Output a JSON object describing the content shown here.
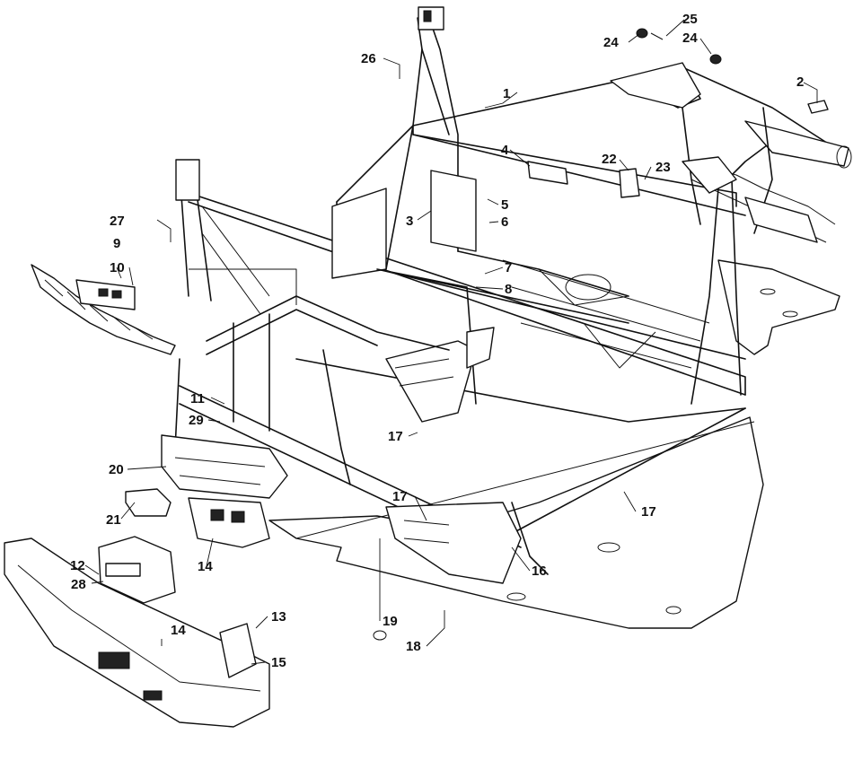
{
  "diagram": {
    "type": "exploded-parts-diagram",
    "callouts": [
      {
        "label": "1"
      },
      {
        "label": "2"
      },
      {
        "label": "3"
      },
      {
        "label": "4"
      },
      {
        "label": "5"
      },
      {
        "label": "6"
      },
      {
        "label": "7"
      },
      {
        "label": "8"
      },
      {
        "label": "9"
      },
      {
        "label": "10"
      },
      {
        "label": "11"
      },
      {
        "label": "12"
      },
      {
        "label": "13"
      },
      {
        "label": "14"
      },
      {
        "label": "14"
      },
      {
        "label": "15"
      },
      {
        "label": "16"
      },
      {
        "label": "17"
      },
      {
        "label": "17"
      },
      {
        "label": "17"
      },
      {
        "label": "18"
      },
      {
        "label": "19"
      },
      {
        "label": "20"
      },
      {
        "label": "21"
      },
      {
        "label": "22"
      },
      {
        "label": "23"
      },
      {
        "label": "24"
      },
      {
        "label": "24"
      },
      {
        "label": "25"
      },
      {
        "label": "26"
      },
      {
        "label": "27"
      },
      {
        "label": "28"
      },
      {
        "label": "29"
      }
    ]
  }
}
